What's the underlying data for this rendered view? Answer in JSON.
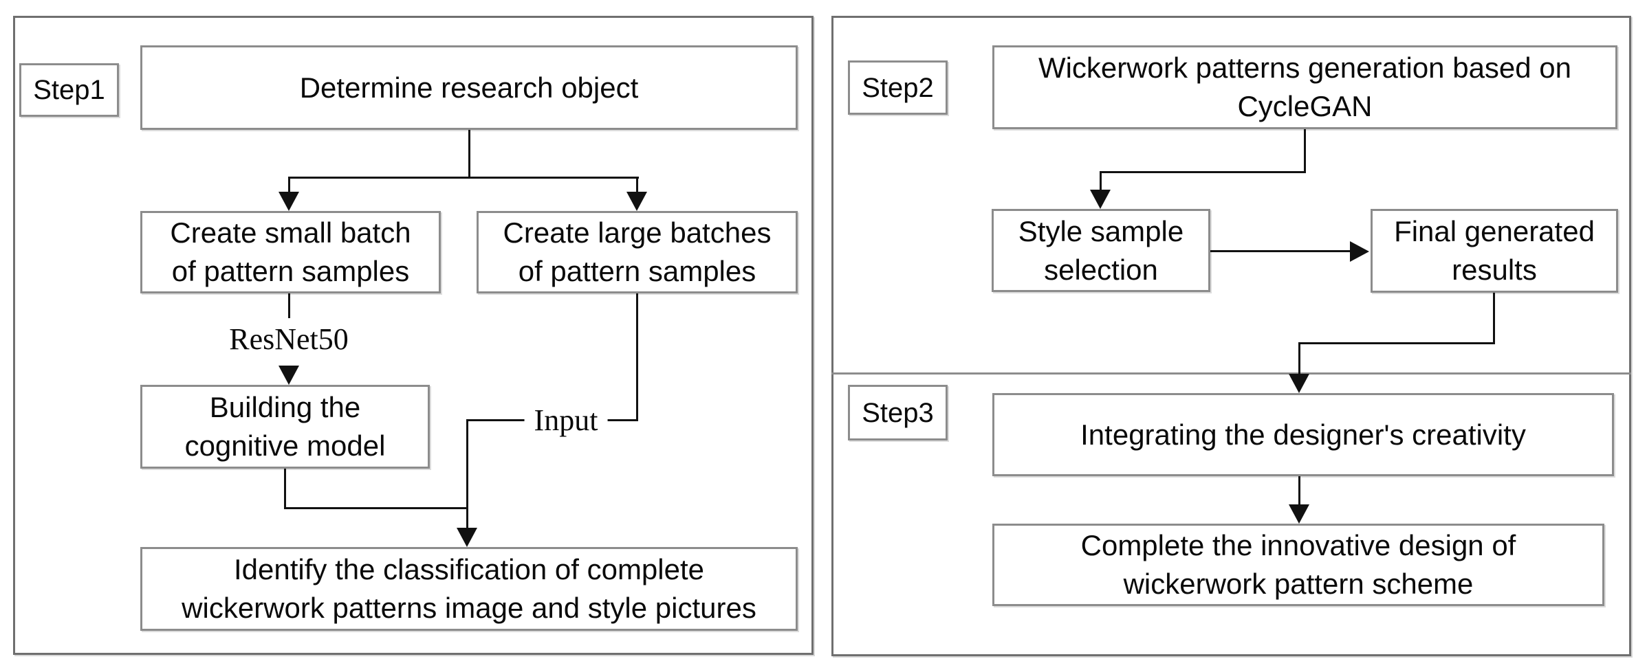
{
  "diagram": {
    "step1": {
      "label": "Step1",
      "determine": "Determine research object",
      "small_batch": "Create small batch\nof pattern samples",
      "large_batch": "Create large batches\nof pattern samples",
      "resnet_label": "ResNet50",
      "building": "Building the\ncognitive model",
      "input_label": "Input",
      "identify": "Identify the classification of complete\nwickerwork patterns image and style pictures"
    },
    "step2": {
      "label": "Step2",
      "generation": "Wickerwork patterns generation based on\nCycleGAN",
      "style_sample": "Style sample\nselection",
      "final_results": "Final generated\nresults"
    },
    "step3": {
      "label": "Step3",
      "integrating": "Integrating the designer's creativity",
      "complete": "Complete the innovative design of\nwickerwork pattern scheme"
    }
  },
  "colors": {
    "background": "#ffffff",
    "panel-border": "#6f6f6f",
    "box-border": "#8c8c8c",
    "line": "#111111",
    "text": "#0a0a0a"
  }
}
